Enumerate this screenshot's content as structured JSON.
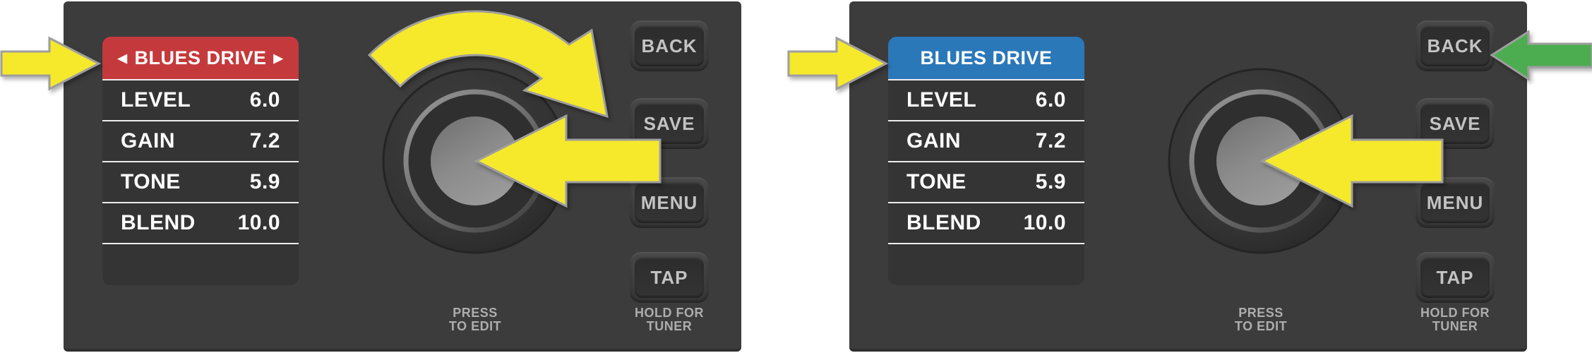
{
  "colors": {
    "panel_bg": "#3c3c3c",
    "screen_bg": "#343434",
    "screen_header_left": "#c43a3c",
    "screen_header_right": "#2b78b8",
    "separator": "#ececec",
    "button_label": "#c3c3c3",
    "hint_text": "#adadad",
    "annotation_yellow": "#f6e92b",
    "annotation_green": "#4cad50",
    "annotation_outline": "#9e9e9e"
  },
  "panels": [
    {
      "name": "left-display",
      "screen": {
        "header": {
          "label": "BLUES DRIVE",
          "prev_arrow": "◀",
          "next_arrow": "▶"
        },
        "params": [
          {
            "name": "LEVEL",
            "value": "6.0"
          },
          {
            "name": "GAIN",
            "value": "7.2"
          },
          {
            "name": "TONE",
            "value": "5.9"
          },
          {
            "name": "BLEND",
            "value": "10.0"
          }
        ]
      },
      "buttons": [
        {
          "label": "BACK"
        },
        {
          "label": "SAVE"
        },
        {
          "label": "MENU"
        },
        {
          "label": "TAP"
        }
      ],
      "knob_hint": {
        "line1": "PRESS",
        "line2": "TO EDIT"
      },
      "tap_hint": {
        "line1": "HOLD FOR",
        "line2": "TUNER"
      }
    },
    {
      "name": "right-display",
      "screen": {
        "header": {
          "label": "BLUES DRIVE"
        },
        "params": [
          {
            "name": "LEVEL",
            "value": "6.0"
          },
          {
            "name": "GAIN",
            "value": "7.2"
          },
          {
            "name": "TONE",
            "value": "5.9"
          },
          {
            "name": "BLEND",
            "value": "10.0"
          }
        ]
      },
      "buttons": [
        {
          "label": "BACK"
        },
        {
          "label": "SAVE"
        },
        {
          "label": "MENU"
        },
        {
          "label": "TAP"
        }
      ],
      "knob_hint": {
        "line1": "PRESS",
        "line2": "TO EDIT"
      },
      "tap_hint": {
        "line1": "HOLD FOR",
        "line2": "TUNER"
      }
    }
  ]
}
